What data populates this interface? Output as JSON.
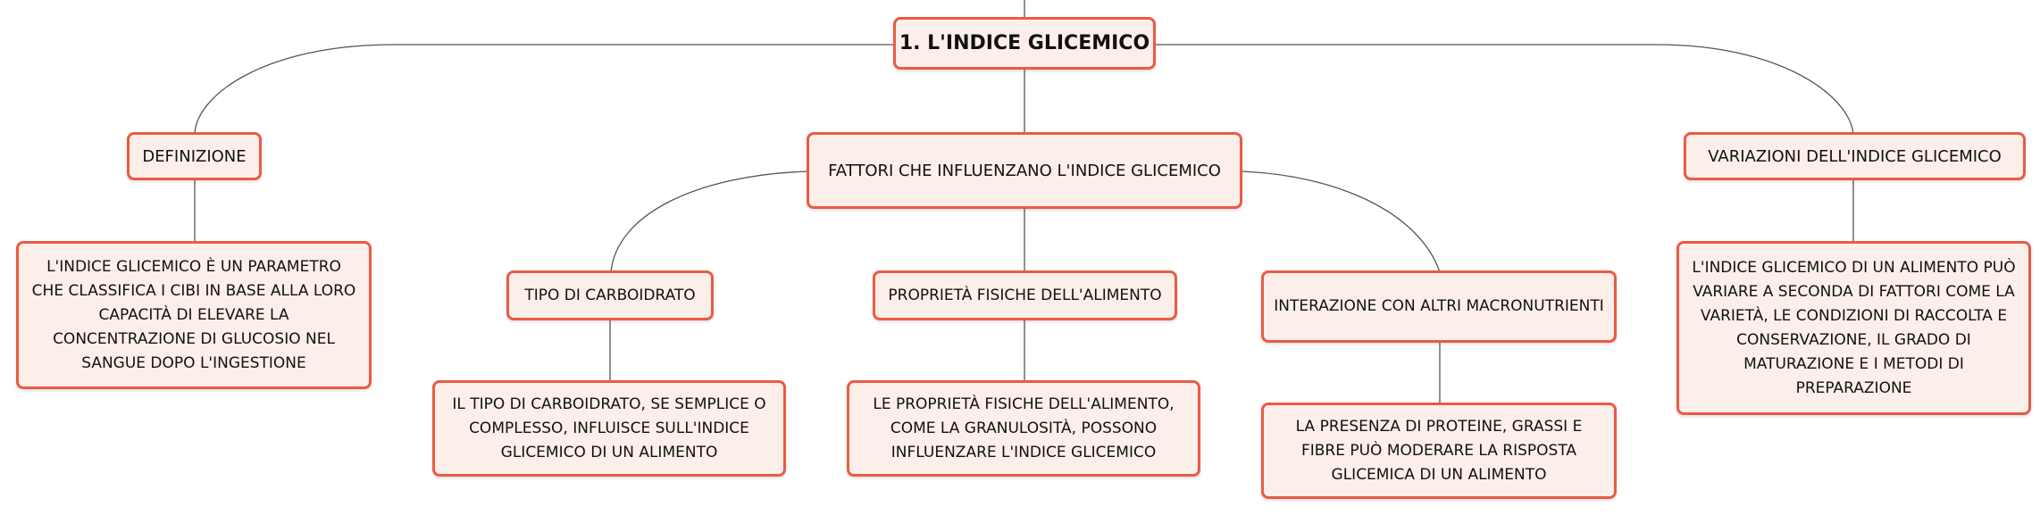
{
  "colors": {
    "node_border": "#ea5b45",
    "node_fill": "#fcefe9",
    "connector": "#555555"
  },
  "root": {
    "label": "1. L'INDICE GLICEMICO"
  },
  "branches": [
    {
      "label": "DEFINIZIONE",
      "details": [
        "L'INDICE GLICEMICO È UN PARAMETRO CHE CLASSIFICA I CIBI IN BASE ALLA LORO CAPACITÀ DI ELEVARE LA CONCENTRAZIONE DI GLUCOSIO NEL SANGUE DOPO L'INGESTIONE"
      ]
    },
    {
      "label": "FATTORI CHE INFLUENZANO L'INDICE GLICEMICO",
      "children": [
        {
          "label": "TIPO DI CARBOIDRATO",
          "detail": "IL TIPO DI CARBOIDRATO, SE SEMPLICE O COMPLESSO, INFLUISCE SULL'INDICE GLICEMICO DI UN ALIMENTO"
        },
        {
          "label": "PROPRIETÀ FISICHE DELL'ALIMENTO",
          "detail": "LE PROPRIETÀ FISICHE DELL'ALIMENTO, COME LA GRANULOSITÀ, POSSONO INFLUENZARE L'INDICE GLICEMICO"
        },
        {
          "label": "INTERAZIONE CON ALTRI MACRONUTRIENTI",
          "detail": "LA PRESENZA DI PROTEINE, GRASSI E FIBRE PUÒ MODERARE LA RISPOSTA GLICEMICA DI UN ALIMENTO"
        }
      ]
    },
    {
      "label": "VARIAZIONI DELL'INDICE GLICEMICO",
      "details": [
        "L'INDICE GLICEMICO DI UN ALIMENTO PUÒ VARIARE A SECONDA DI FATTORI COME LA VARIETÀ, LE CONDIZIONI DI RACCOLTA E CONSERVAZIONE, IL GRADO DI MATURAZIONE E I METODI DI PREPARAZIONE"
      ]
    }
  ]
}
